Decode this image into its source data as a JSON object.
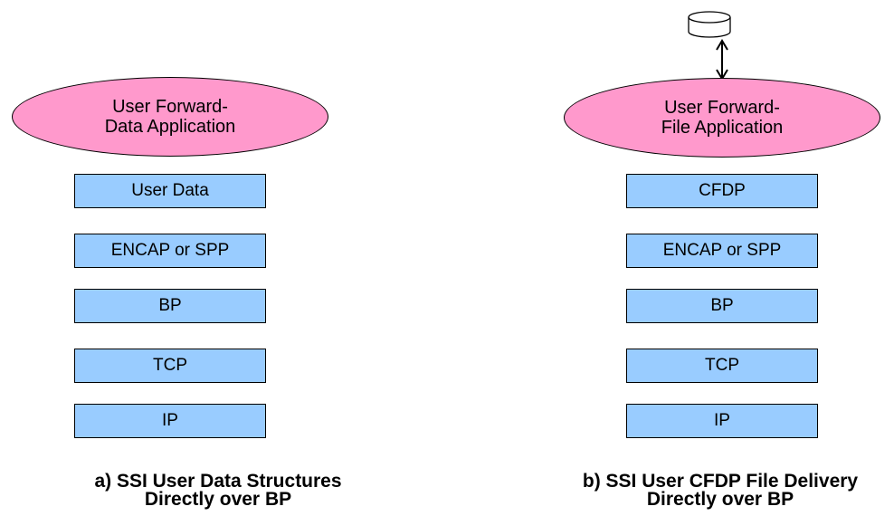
{
  "colors": {
    "ellipse_fill": "#ff99cc",
    "layer_fill": "#99ccff",
    "stroke": "#000000"
  },
  "left": {
    "app": [
      "User Forward-",
      "Data Application"
    ],
    "layers": [
      "User Data",
      "ENCAP or SPP",
      "BP",
      "TCP",
      "IP"
    ],
    "caption": [
      "a) SSI User Data Structures",
      "Directly over BP"
    ]
  },
  "right": {
    "app": [
      "User Forward-",
      "File Application"
    ],
    "layers": [
      "CFDP",
      "ENCAP or SPP",
      "BP",
      "TCP",
      "IP"
    ],
    "caption": [
      "b) SSI User CFDP File Delivery",
      "Directly over BP"
    ],
    "storage_icon": "storage-cylinder-icon"
  }
}
